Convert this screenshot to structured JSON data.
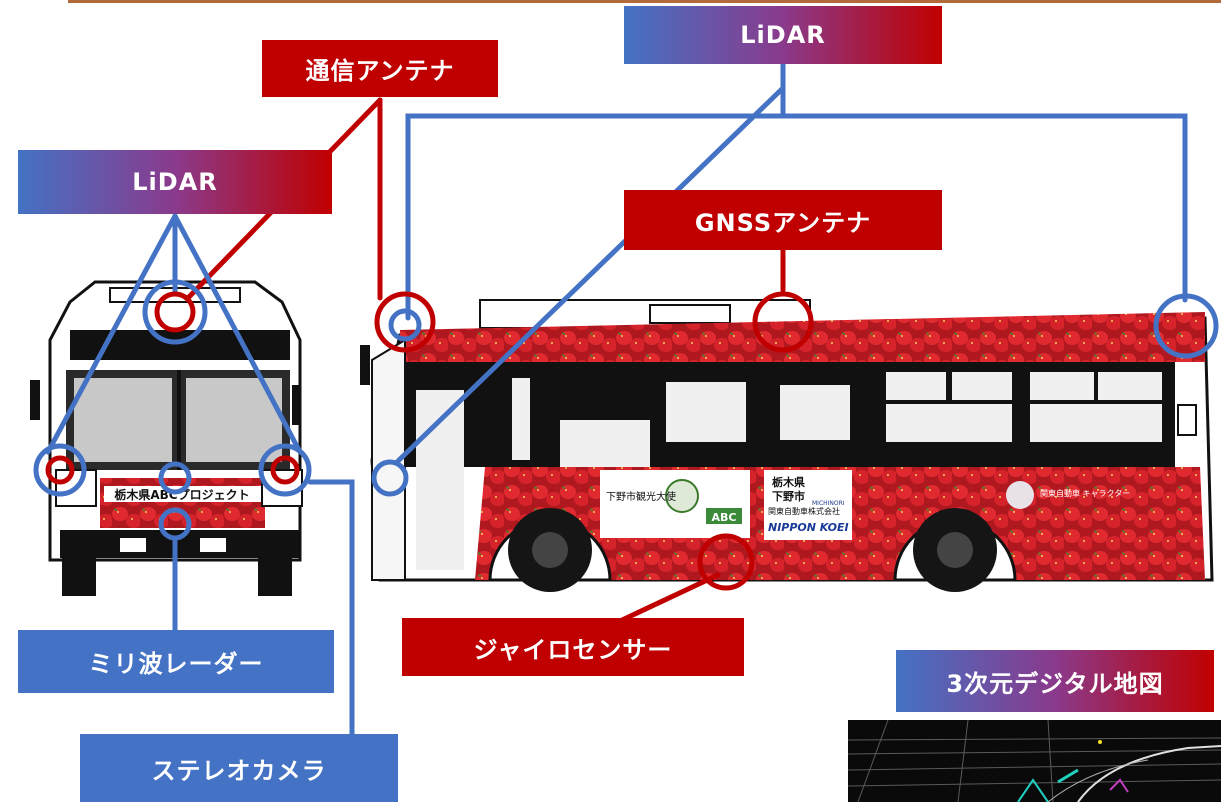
{
  "labels": {
    "comm_antenna": "通信アンテナ",
    "lidar_front": "LiDAR",
    "lidar_side": "LiDAR",
    "gnss_antenna": "GNSSアンテナ",
    "gyro_sensor": "ジャイロセンサー",
    "mmwave_radar": "ミリ波レーダー",
    "stereo_camera": "ステレオカメラ",
    "digital_map": "3次元デジタル地図"
  },
  "bus_front_plate": "栃木県ABCプロジェクト",
  "bus_side_signs": {
    "city_tourism": "下野市観光大使",
    "abc": "ABC",
    "prefecture": "栃木県",
    "city": "下野市",
    "michinori": "MICHINORI",
    "kanto_bus": "関東自動車株式会社",
    "nippon_koei": "NIPPON KOEI",
    "mascot": "関東自動車 キャラクター"
  },
  "colors": {
    "red": "#c00000",
    "blue": "#4472c4",
    "strawberry": "#d4202a"
  }
}
